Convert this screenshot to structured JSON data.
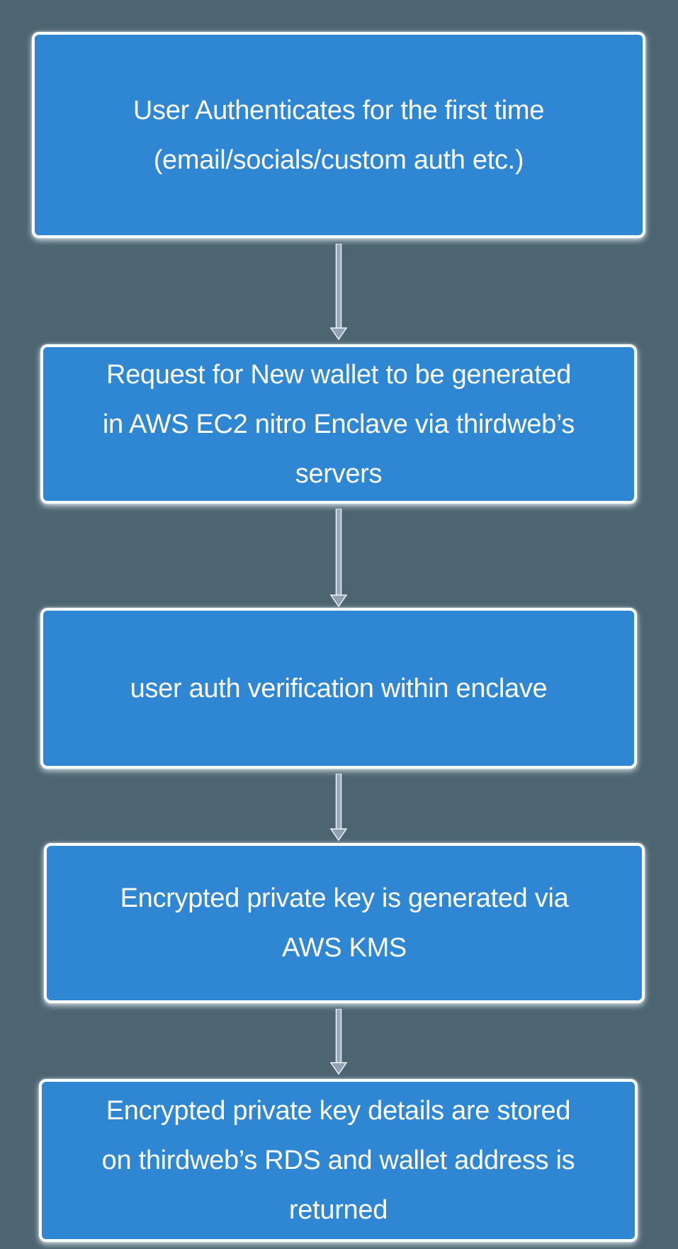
{
  "diagram": {
    "background_color": "#4C6571",
    "node_fill_color": "#2F86D3",
    "node_border_color": "#FDFEFE",
    "node_text_color": "#FFFFFF",
    "arrow_shaft_color": "#96A9BA",
    "arrow_head_color": "#8EA2B4",
    "arrow_outline_color": "#EDF2F6",
    "nodes": [
      {
        "id": "user-auth",
        "label": "User Authenticates for the first time (email/socials/custom auth etc.)",
        "lines": [
          "User Authenticates for the first time",
          "(email/socials/custom auth etc.)"
        ]
      },
      {
        "id": "wallet-request",
        "label": "Request for New wallet to be generated in AWS EC2 nitro Enclave via thirdweb’s servers",
        "lines": [
          "Request for New wallet to be generated",
          "in AWS EC2 nitro Enclave via thirdweb’s",
          "servers"
        ]
      },
      {
        "id": "auth-verification",
        "label": "user auth verification within enclave",
        "lines": [
          "user auth verification within enclave"
        ]
      },
      {
        "id": "key-generation",
        "label": "Encrypted private key is generated via AWS KMS",
        "lines": [
          "Encrypted private key is generated via",
          "AWS KMS"
        ]
      },
      {
        "id": "key-storage",
        "label": "Encrypted private key details are stored on thirdweb’s RDS and wallet address is returned",
        "lines": [
          "Encrypted private key details are stored",
          "on thirdweb’s RDS and wallet address is",
          "returned"
        ]
      }
    ],
    "edges": [
      {
        "from": "user-auth",
        "to": "wallet-request"
      },
      {
        "from": "wallet-request",
        "to": "auth-verification"
      },
      {
        "from": "auth-verification",
        "to": "key-generation"
      },
      {
        "from": "key-generation",
        "to": "key-storage"
      }
    ]
  }
}
